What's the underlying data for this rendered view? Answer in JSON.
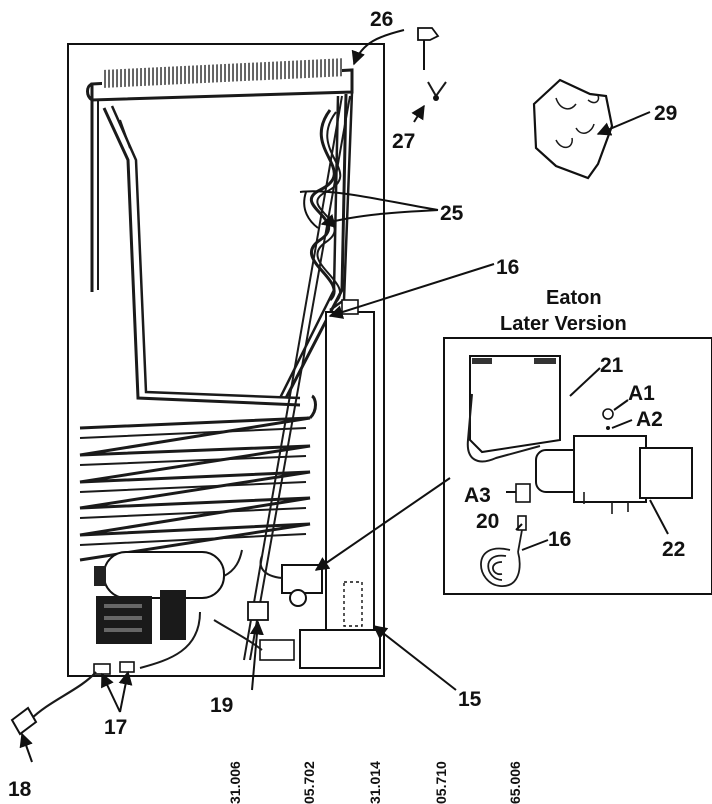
{
  "callouts": {
    "c26": "26",
    "c27": "27",
    "c29": "29",
    "c25": "25",
    "c16": "16",
    "c21": "21",
    "c_a1": "A1",
    "c_a2": "A2",
    "c_a3": "A3",
    "c20": "20",
    "c16b": "16",
    "c22": "22",
    "c19": "19",
    "c15": "15",
    "c17": "17",
    "c18": "18"
  },
  "inset": {
    "title_line1": "Eaton",
    "title_line2": "Later Version"
  },
  "part_numbers": [
    "31.006",
    "05.702",
    "31.014",
    "05.710",
    "65.006"
  ]
}
